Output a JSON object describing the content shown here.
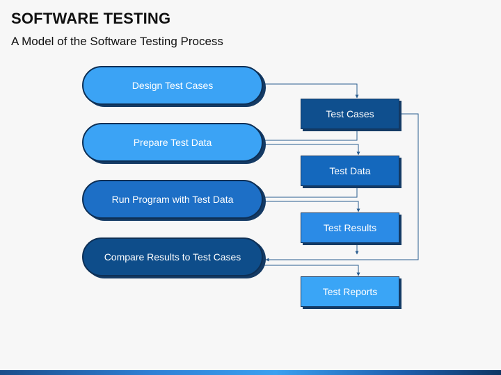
{
  "header": {
    "title": "SOFTWARE TESTING",
    "subtitle": "A Model of the Software Testing Process"
  },
  "process_steps": [
    {
      "label": "Design Test Cases",
      "color": "#3ba3f5"
    },
    {
      "label": "Prepare Test Data",
      "color": "#3ba3f5"
    },
    {
      "label": "Run Program with Test Data",
      "color": "#1d6fc6"
    },
    {
      "label": "Compare Results to Test Cases",
      "color": "#0e4d8a"
    }
  ],
  "artifacts": [
    {
      "label": "Test Cases",
      "color": "#0f4f8e"
    },
    {
      "label": "Test Data",
      "color": "#1468bd"
    },
    {
      "label": "Test Results",
      "color": "#2b8be6"
    },
    {
      "label": "Test Reports",
      "color": "#3aa5f6"
    }
  ],
  "colors": {
    "connector": "#2a5d8f",
    "outline": "#0d2f55"
  }
}
